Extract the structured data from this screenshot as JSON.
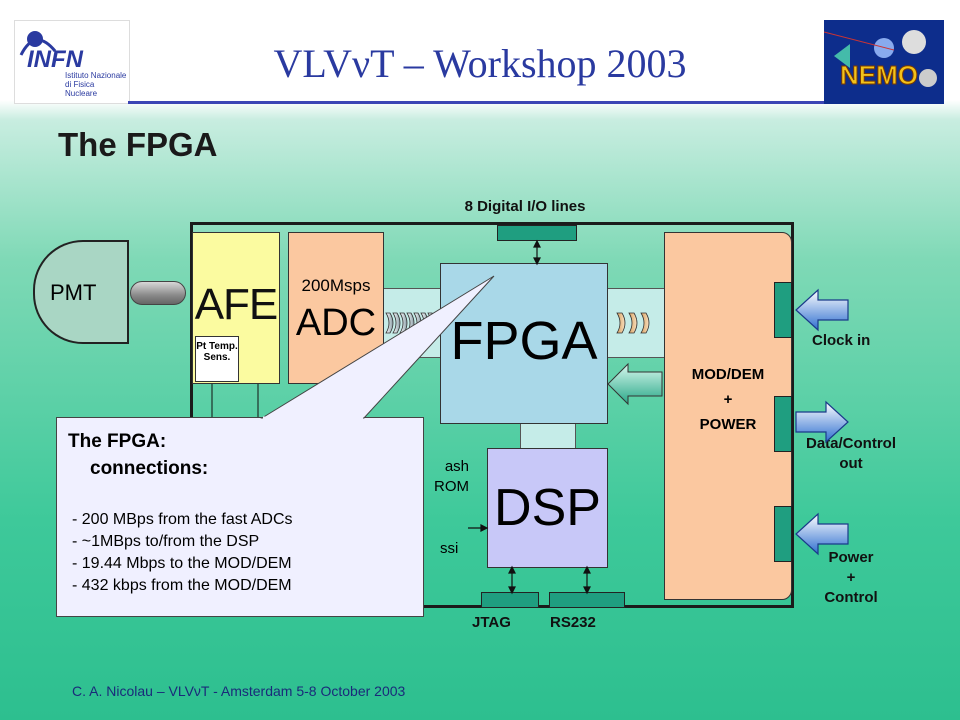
{
  "header": {
    "title": "VLVνT – Workshop 2003"
  },
  "logos": {
    "left": "INFN",
    "left_sub": "Istituto Nazionale di Fisica Nucleare",
    "right": "NEMO"
  },
  "slide": {
    "title": "The FPGA"
  },
  "diagram": {
    "pmt": "PMT",
    "afe": "AFE",
    "pt_sensor": "Pt Temp. Sens.",
    "adc_rate": "200Msps",
    "adc": "ADC",
    "fpga": "FPGA",
    "dsp": "DSP",
    "flash_line1": "ash",
    "flash_line2": "ROM",
    "ssi": "ssi",
    "modem_line1": "MOD/DEM",
    "modem_line2": "+",
    "modem_line3": "POWER",
    "io_lines": "8 Digital I/O lines",
    "jtag": "JTAG",
    "rs232": "RS232",
    "clock_in": "Clock in",
    "data_control_1": "Data/Control",
    "data_control_2": "out",
    "power_1": "Power",
    "power_2": "+",
    "power_3": "Control"
  },
  "callout": {
    "title_1": "The FPGA:",
    "title_2": "connections:",
    "items": [
      "- 200 MBps from the fast ADCs",
      "- ~1MBps to/from the DSP",
      "- 19.44 Mbps to the MOD/DEM",
      "- 432 kbps from the MOD/DEM"
    ]
  },
  "footer": {
    "text": "C. A. Nicolau – VLVνT - Amsterdam 5-8 October 2003"
  },
  "colors": {
    "title_blue": "#2a3aa0",
    "afe_yellow": "#fbfba0",
    "adc_peach": "#fbc8a0",
    "fpga_blue": "#a9d8e8",
    "dsp_lavender": "#c8c8f8",
    "connector_green": "#1f9e80",
    "arrow_blue": "#2f6fd0"
  }
}
